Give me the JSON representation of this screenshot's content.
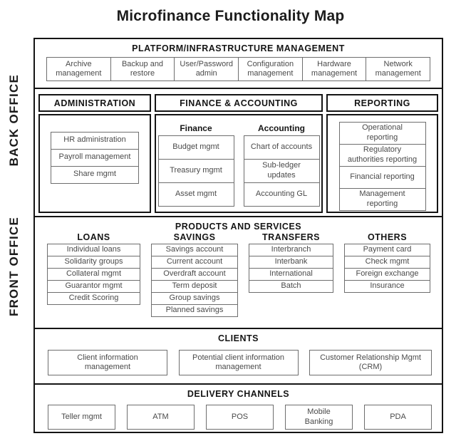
{
  "title": "Microfinance Functionality Map",
  "side": {
    "back": "BACK OFFICE",
    "front": "FRONT OFFICE"
  },
  "platform": {
    "header": "PLATFORM/INFRASTRUCTURE MANAGEMENT",
    "items": [
      "Archive management",
      "Backup and restore",
      "User/Password admin",
      "Configuration management",
      "Hardware management",
      "Network management"
    ]
  },
  "administration": {
    "header": "ADMINISTRATION",
    "items": [
      "HR administration",
      "Payroll management",
      "Share mgmt"
    ]
  },
  "finance_accounting": {
    "header": "FINANCE & ACCOUNTING",
    "finance": {
      "title": "Finance",
      "items": [
        "Budget mgmt",
        "Treasury mgmt",
        "Asset mgmt"
      ]
    },
    "accounting": {
      "title": "Accounting",
      "items": [
        "Chart of accounts",
        "Sub-ledger updates",
        "Accounting GL"
      ]
    }
  },
  "reporting": {
    "header": "REPORTING",
    "items": [
      "Operational reporting",
      "Regulatory authorities reporting",
      "Financial reporting",
      "Management reporting"
    ]
  },
  "products": {
    "header": "PRODUCTS AND SERVICES",
    "loans": {
      "title": "LOANS",
      "items": [
        "Individual loans",
        "Solidarity groups",
        "Collateral mgmt",
        "Guarantor mgmt",
        "Credit Scoring"
      ]
    },
    "savings": {
      "title": "SAVINGS",
      "items": [
        "Savings account",
        "Current account",
        "Overdraft account",
        "Term deposit",
        "Group savings",
        "Planned savings"
      ]
    },
    "transfers": {
      "title": "TRANSFERS",
      "items": [
        "Interbranch",
        "Interbank",
        "International",
        "Batch"
      ]
    },
    "others": {
      "title": "OTHERS",
      "items": [
        "Payment card",
        "Check mgmt",
        "Foreign exchange",
        "Insurance"
      ]
    }
  },
  "clients": {
    "header": "CLIENTS",
    "items": [
      "Client information management",
      "Potential client information management",
      "Customer Relationship Mgmt (CRM)"
    ]
  },
  "delivery": {
    "header": "DELIVERY CHANNELS",
    "items": [
      "Teller mgmt",
      "ATM",
      "POS",
      "Mobile Banking",
      "PDA"
    ]
  },
  "colors": {
    "border_dark": "#141414",
    "border_light": "#6e6e6e",
    "text_muted": "#4a4a4a",
    "background": "#ffffff"
  }
}
